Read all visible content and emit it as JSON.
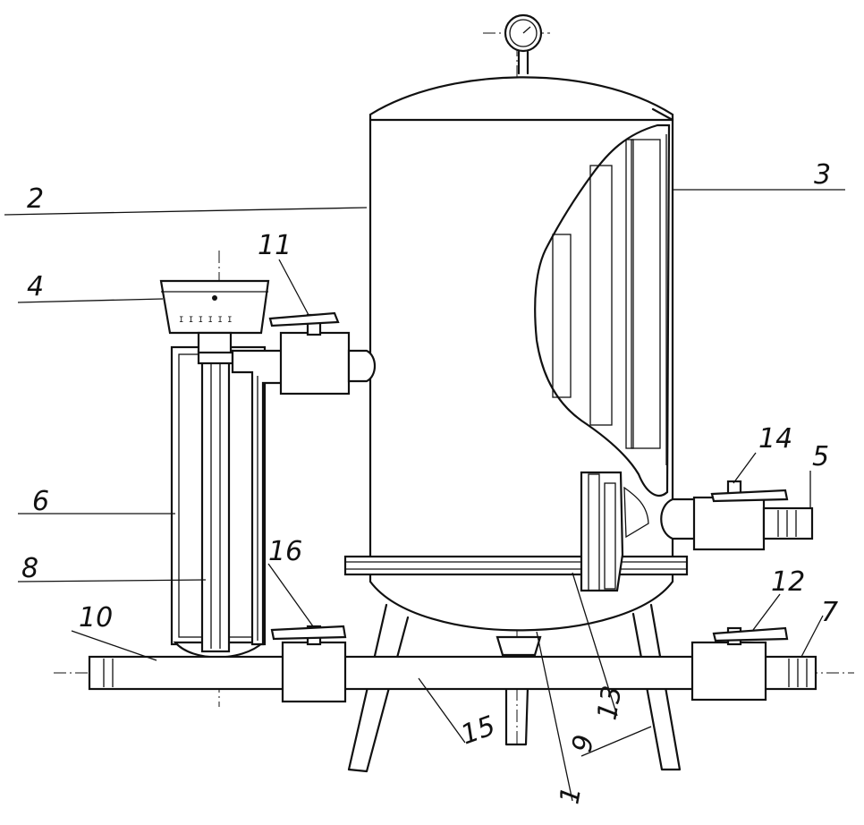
{
  "labels": {
    "n1": "1",
    "n2": "2",
    "n3": "3",
    "n4": "4",
    "n5": "5",
    "n6": "6",
    "n7": "7",
    "n8": "8",
    "n9": "9",
    "n10": "10",
    "n11": "11",
    "n12": "12",
    "n13": "13",
    "n14": "14",
    "n15": "15",
    "n16": "16"
  },
  "colors": {
    "ink": "#111111",
    "paper": "#ffffff"
  },
  "icons": {
    "gauge": "pressure-gauge-icon",
    "valve": "valve-icon"
  }
}
